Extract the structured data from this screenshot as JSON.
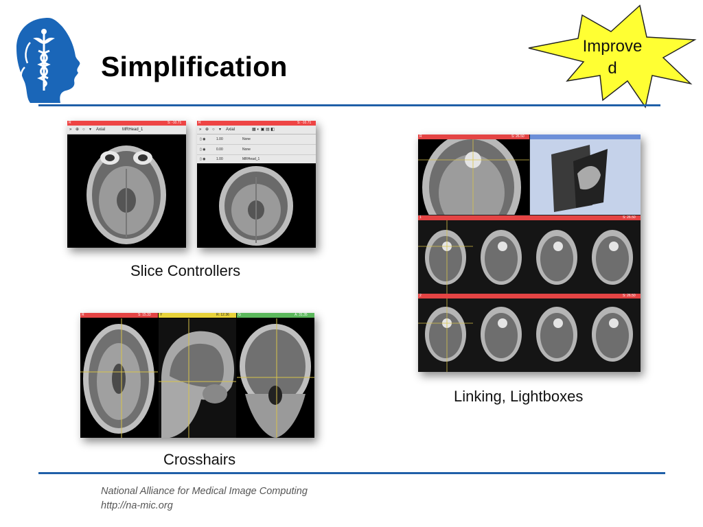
{
  "slide": {
    "title": "Simplification",
    "badge": "Improve\nd",
    "badge_line1": "Improve",
    "badge_line2": "d",
    "colors": {
      "accent": "#1f5fa8",
      "badge": "#ffff33",
      "slice_red": "#e44444",
      "slice_yellow": "#e8d23a",
      "slice_green": "#5cb85c",
      "slice_blue": "#6d8fd8"
    }
  },
  "panels": {
    "slice_controllers": {
      "caption": "Slice Controllers",
      "left": {
        "bar_label": "R",
        "offset": "S: -10.71",
        "orientation": "Axial",
        "volume": "MRHead_1"
      },
      "right": {
        "bar_label": "R",
        "offset": "S: -10.71",
        "orientation": "Axial",
        "layers": [
          {
            "opacity": "1.00",
            "volume": "None"
          },
          {
            "opacity": "0.00",
            "volume": "None"
          },
          {
            "opacity": "1.00",
            "volume": "MRHead_1"
          }
        ]
      }
    },
    "crosshairs": {
      "caption": "Crosshairs",
      "views": [
        {
          "label": "R",
          "offset": "S: 15.33"
        },
        {
          "label": "Y",
          "offset": "R: 12.36"
        },
        {
          "label": "G",
          "offset": "A: 31.35"
        }
      ]
    },
    "linking": {
      "caption": "Linking, Lightboxes",
      "top_bar": {
        "label": "R",
        "offset": "S: 26.50"
      },
      "row1_bar": {
        "label": "1",
        "offset": "S: 26.50"
      },
      "row2_bar": {
        "label": "2",
        "offset": "S: 26.50"
      }
    }
  },
  "footer": {
    "line1": "National Alliance for Medical Image Computing",
    "line2": "http://na-mic.org"
  }
}
